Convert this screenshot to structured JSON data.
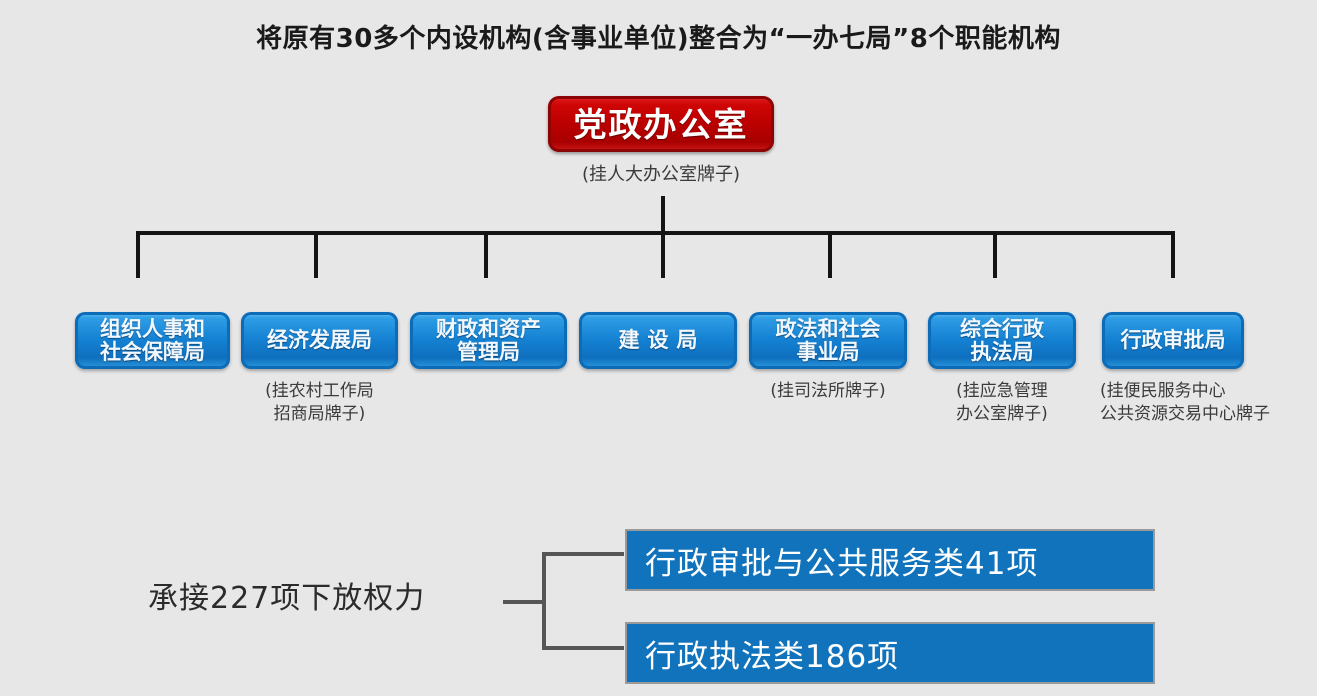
{
  "diagram": {
    "title": "将原有30多个内设机构(含事业单位)整合为“一办七局”8个职能机构",
    "background_color": "#e7e7e7",
    "root": {
      "label": "党政办公室",
      "subtitle": "(挂人大办公室牌子)",
      "color": "#bb0000"
    },
    "children": [
      {
        "label": "组织人事和\n社会保障局",
        "subtitle": "",
        "color": "#1581d3"
      },
      {
        "label": "经济发展局",
        "subtitle": "(挂农村工作局\n招商局牌子)",
        "color": "#1581d3"
      },
      {
        "label": "财政和资产\n管理局",
        "subtitle": "",
        "color": "#1581d3"
      },
      {
        "label": "建设局",
        "subtitle": "",
        "color": "#1581d3"
      },
      {
        "label": "政法和社会\n事业局",
        "subtitle": "(挂司法所牌子)",
        "color": "#1581d3"
      },
      {
        "label": "综合行政\n执法局",
        "subtitle": "(挂应急管理\n办公室牌子)",
        "color": "#1581d3"
      },
      {
        "label": "行政审批局",
        "subtitle": "(挂便民服务中心\n公共资源交易中心牌子",
        "color": "#1581d3"
      }
    ],
    "bottom": {
      "label": "承接227项下放权力",
      "items": [
        {
          "label": "行政审批与公共服务类41项",
          "color": "#1073bb"
        },
        {
          "label": "行政执法类186项",
          "color": "#1073bb"
        }
      ]
    }
  }
}
